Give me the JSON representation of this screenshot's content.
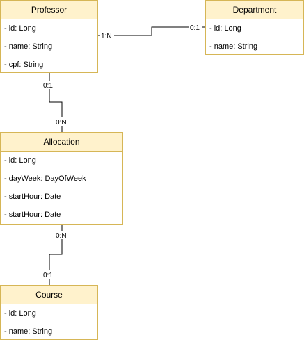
{
  "entities": {
    "professor": {
      "title": "Professor",
      "attributes": [
        "- id: Long",
        "- name: String",
        "- cpf: String"
      ]
    },
    "department": {
      "title": "Department",
      "attributes": [
        "- id: Long",
        "- name: String"
      ]
    },
    "allocation": {
      "title": "Allocation",
      "attributes": [
        "- id: Long",
        "- dayWeek: DayOfWeek",
        "- startHour: Date",
        "- startHour: Date"
      ]
    },
    "course": {
      "title": "Course",
      "attributes": [
        "- id: Long",
        "- name: String"
      ]
    }
  },
  "relations": {
    "professor_department": {
      "from_card": "1:N",
      "to_card": "0:1"
    },
    "professor_allocation": {
      "from_card": "0:1",
      "to_card": "0:N"
    },
    "allocation_course": {
      "from_card": "0:N",
      "to_card": "0:1"
    }
  },
  "colors": {
    "header_fill": "#fff2cc",
    "border": "#d6b656",
    "line": "#000000"
  }
}
